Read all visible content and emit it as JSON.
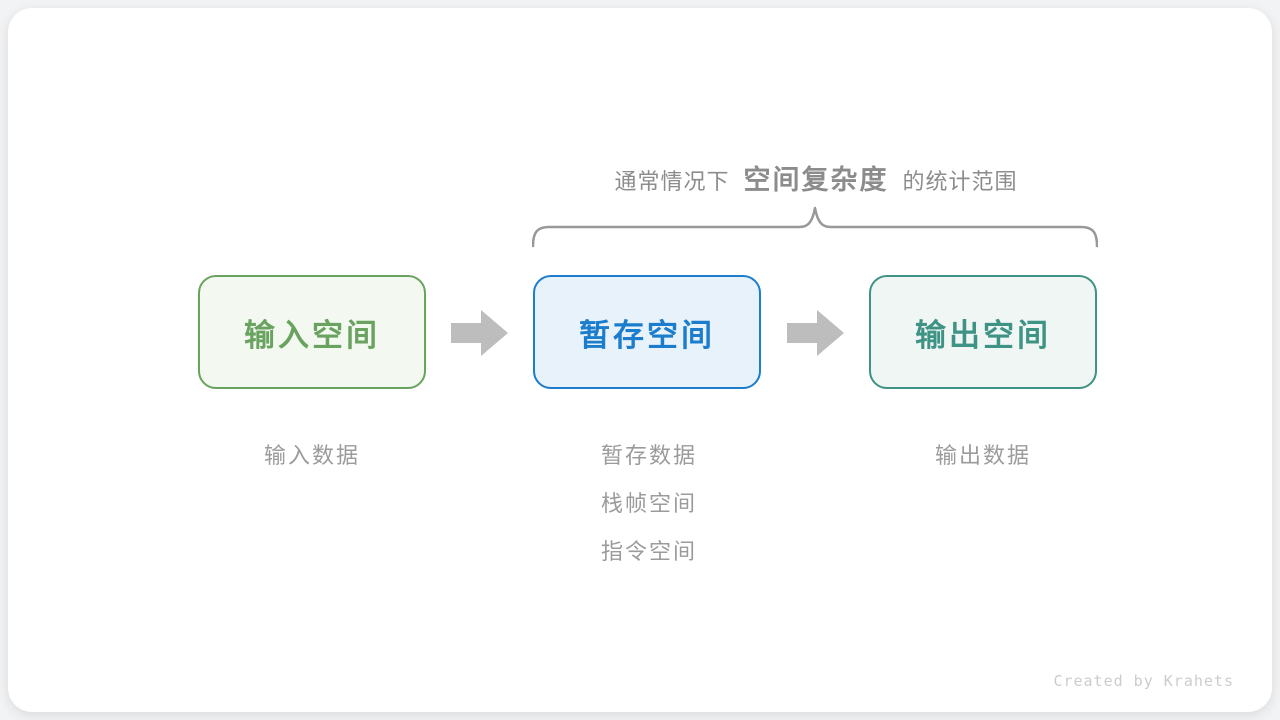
{
  "annotation": {
    "prefix": "通常情况下",
    "emphasis": "空间复杂度",
    "suffix": "的统计范围"
  },
  "boxes": [
    {
      "id": "input-space",
      "label": "输入空间",
      "sub": [
        "输入数据"
      ]
    },
    {
      "id": "temp-space",
      "label": "暂存空间",
      "sub": [
        "暂存数据",
        "栈帧空间",
        "指令空间"
      ]
    },
    {
      "id": "output-space",
      "label": "输出空间",
      "sub": [
        "输出数据"
      ]
    }
  ],
  "footer": {
    "credit": "Created by Krahets"
  },
  "colors": {
    "green": "#69a35f",
    "green-bg": "#f3f8f1",
    "blue": "#1c7dcc",
    "blue-bg": "#e8f2fb",
    "teal": "#3f9384",
    "teal-bg": "#eff6f4",
    "title-gray": "#8c8c8c",
    "label-gray": "#9b9b9b",
    "brace-gray": "#999999",
    "arrow-gray": "#bdbdbd",
    "credit-gray": "#cccccc"
  }
}
